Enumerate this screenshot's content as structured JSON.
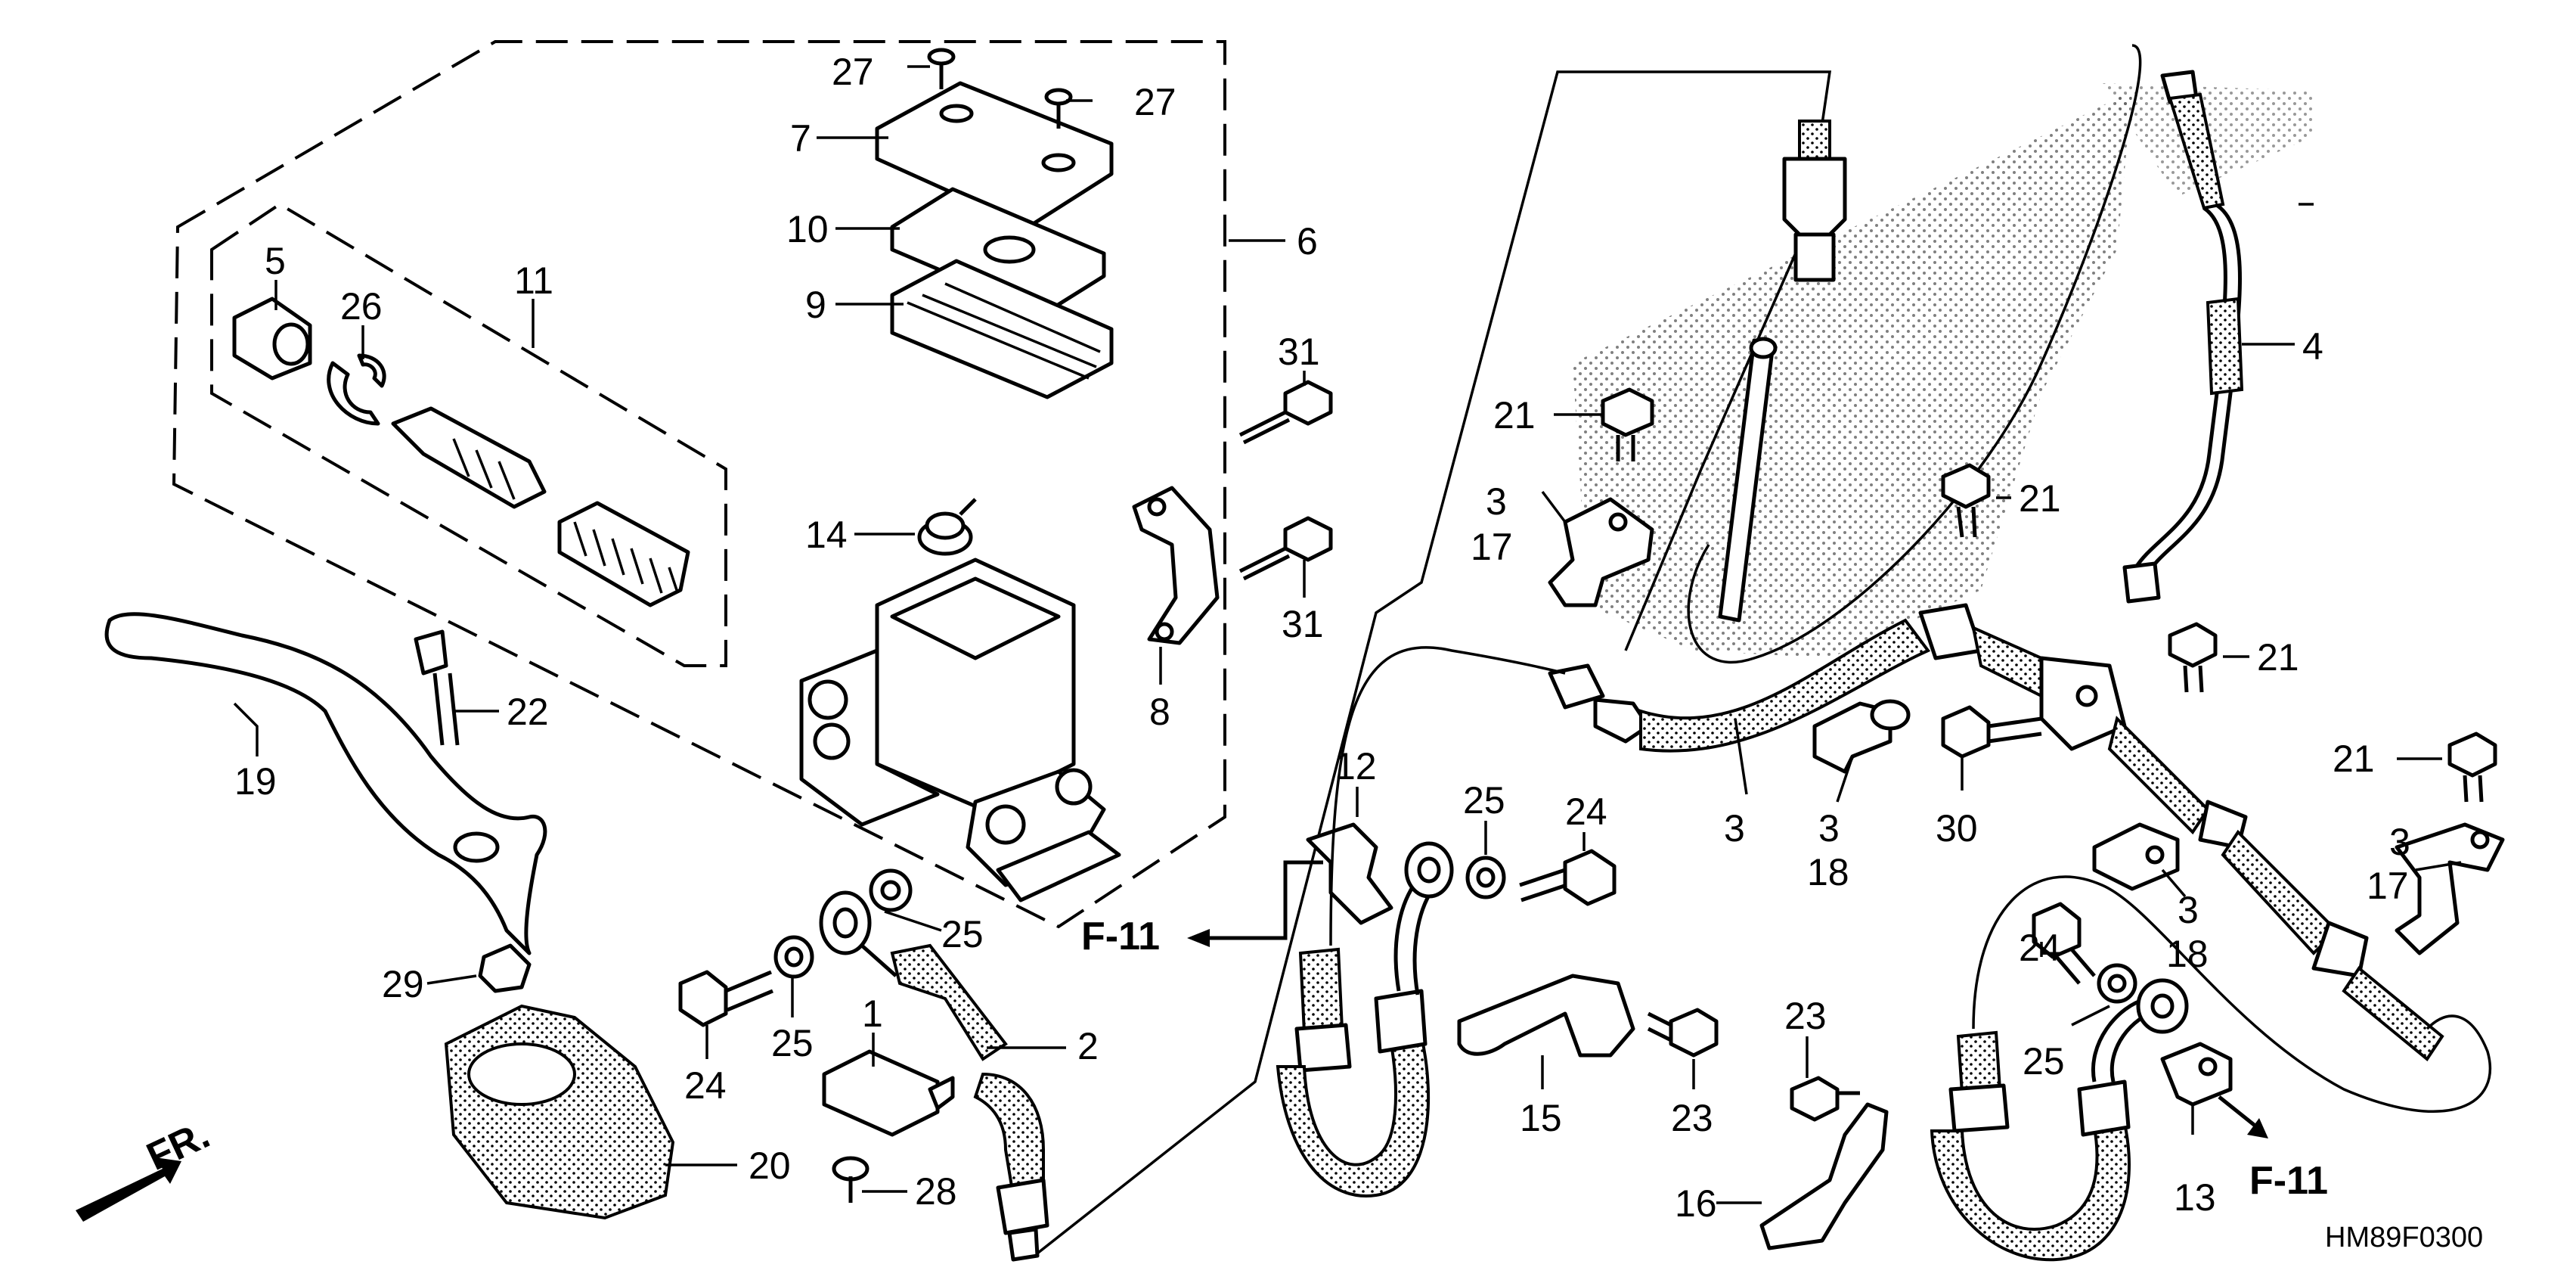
{
  "diagram": {
    "code": "HM89F0300",
    "direction_label": "FR.",
    "refs": [
      "F-11",
      "F-11"
    ],
    "callouts": [
      {
        "id": "c27a",
        "text": "27"
      },
      {
        "id": "c27b",
        "text": "27"
      },
      {
        "id": "c7",
        "text": "7"
      },
      {
        "id": "c10",
        "text": "10"
      },
      {
        "id": "c9",
        "text": "9"
      },
      {
        "id": "c6",
        "text": "6"
      },
      {
        "id": "c5",
        "text": "5"
      },
      {
        "id": "c26",
        "text": "26"
      },
      {
        "id": "c11",
        "text": "11"
      },
      {
        "id": "c31a",
        "text": "31"
      },
      {
        "id": "c31b",
        "text": "31"
      },
      {
        "id": "c14",
        "text": "14"
      },
      {
        "id": "c8",
        "text": "8"
      },
      {
        "id": "c22",
        "text": "22"
      },
      {
        "id": "c19",
        "text": "19"
      },
      {
        "id": "c29",
        "text": "29"
      },
      {
        "id": "c20",
        "text": "20"
      },
      {
        "id": "c24a",
        "text": "24"
      },
      {
        "id": "c25a",
        "text": "25"
      },
      {
        "id": "c25b",
        "text": "25"
      },
      {
        "id": "c1",
        "text": "1"
      },
      {
        "id": "c2",
        "text": "2"
      },
      {
        "id": "c28",
        "text": "28"
      },
      {
        "id": "c12",
        "text": "12"
      },
      {
        "id": "c25c",
        "text": "25"
      },
      {
        "id": "c24b",
        "text": "24"
      },
      {
        "id": "c15",
        "text": "15"
      },
      {
        "id": "c23a",
        "text": "23"
      },
      {
        "id": "c23b",
        "text": "23"
      },
      {
        "id": "c16",
        "text": "16"
      },
      {
        "id": "c21a",
        "text": "21"
      },
      {
        "id": "c3a",
        "text": "3"
      },
      {
        "id": "c17a",
        "text": "17"
      },
      {
        "id": "c21b",
        "text": "21"
      },
      {
        "id": "c4",
        "text": "4"
      },
      {
        "id": "c21c",
        "text": "21"
      },
      {
        "id": "c3b",
        "text": "3"
      },
      {
        "id": "c3c",
        "text": "3"
      },
      {
        "id": "c18a",
        "text": "18"
      },
      {
        "id": "c30",
        "text": "30"
      },
      {
        "id": "c21d",
        "text": "21"
      },
      {
        "id": "c3d",
        "text": "3"
      },
      {
        "id": "c17b",
        "text": "17"
      },
      {
        "id": "c3e",
        "text": "3"
      },
      {
        "id": "c18b",
        "text": "18"
      },
      {
        "id": "c24c",
        "text": "24"
      },
      {
        "id": "c25d",
        "text": "25"
      },
      {
        "id": "c13",
        "text": "13"
      }
    ]
  }
}
